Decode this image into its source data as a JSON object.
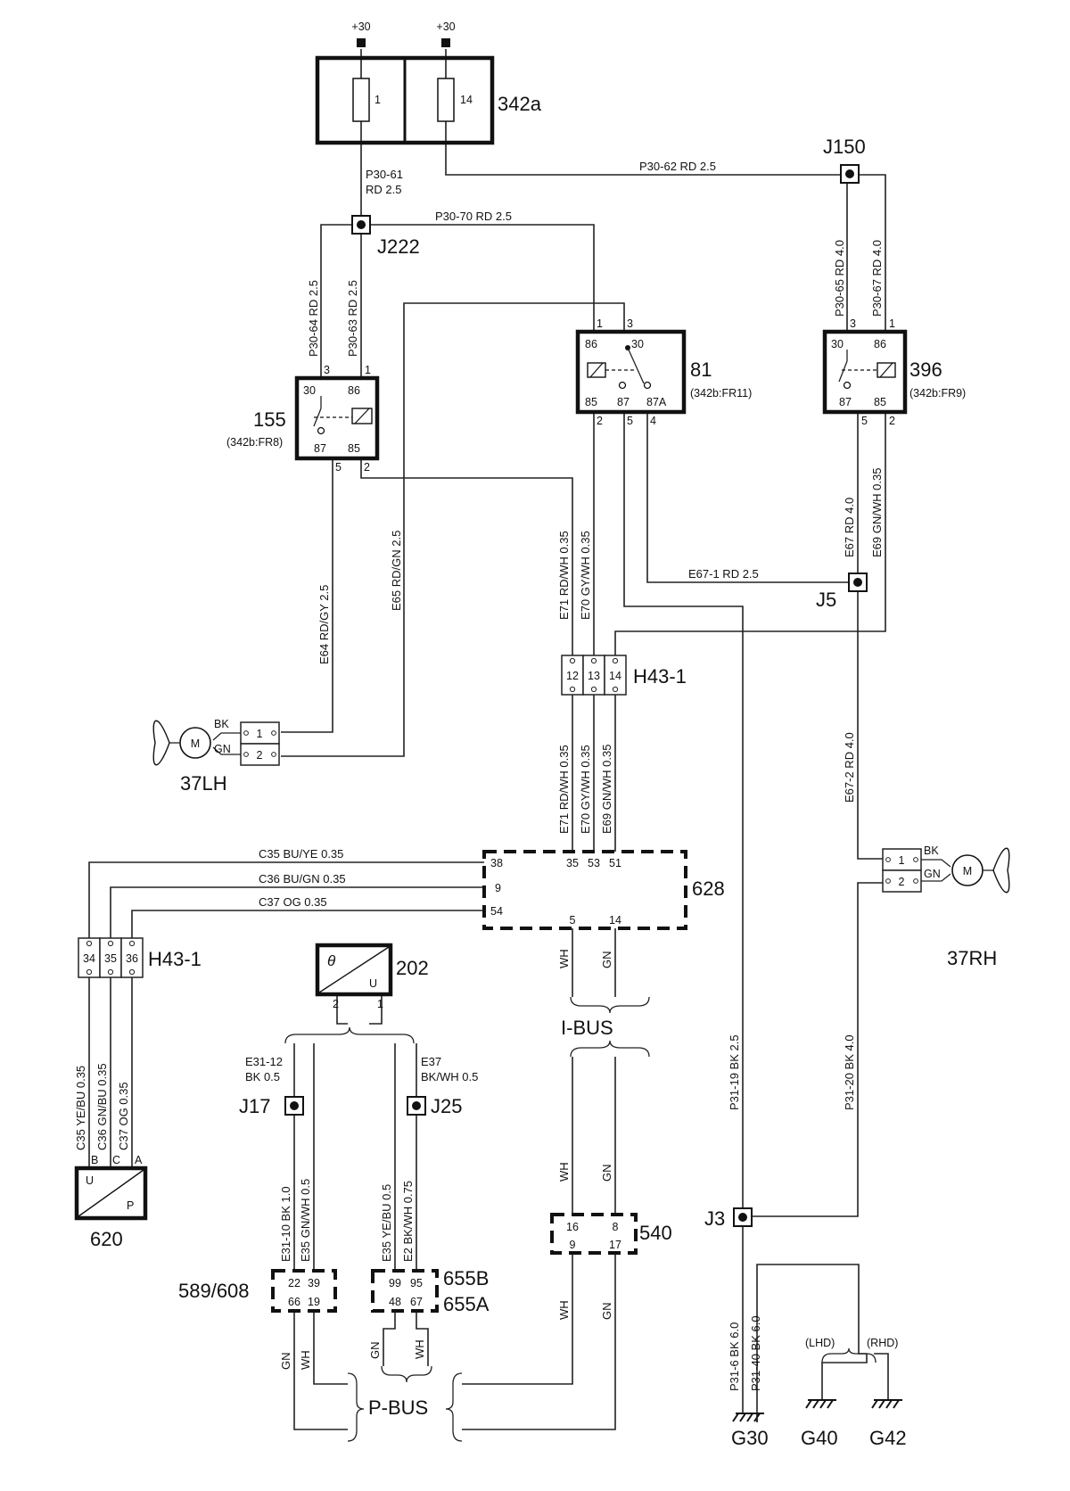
{
  "supply": {
    "fuse_left": "+30",
    "fuse_right": "+30",
    "fuse1_num": "1",
    "fuse14_num": "14",
    "fusebox": "342a"
  },
  "junctions": {
    "j150": "J150",
    "j222": "J222",
    "j5": "J5",
    "j17": "J17",
    "j25": "J25",
    "j3": "J3"
  },
  "wires": {
    "p30_61_a": "P30-61",
    "p30_61_b": "RD   2.5",
    "p30_62": "P30-62   RD   2.5",
    "p30_70": "P30-70   RD   2.5",
    "p30_64": "P30-64   RD   2.5",
    "p30_63": "P30-63   RD   2.5",
    "p30_65": "P30-65   RD   4.0",
    "p30_67": "P30-67   RD   4.0",
    "e64": "E64   RD/GY   2.5",
    "e65": "E65   RD/GN   2.5",
    "e71_top": "E71   RD/WH   0.35",
    "e70_top": "E70   GY/WH   0.35",
    "e67": "E67   RD   4.0",
    "e69_top": "E69   GN/WH   0.35",
    "e67_1": "E67-1   RD   2.5",
    "e67_2": "E67-2   RD   4.0",
    "e71_bot": "E71   RD/WH  0.35",
    "e70_bot": "E70   GY/WH  0.35",
    "e69_bot": "E69   GN/WH  0.35",
    "c35": "C35   BU/YE   0.35",
    "c36": "C36   BU/GN   0.35",
    "c37": "C37   OG   0.35",
    "c35_v": "C35   YE/BU  0.35",
    "c36_v": "C36   GN/BU  0.35",
    "c37_v": "C37   OG   0.35",
    "e31_12_a": "E31-12",
    "e31_12_b": "BK  0.5",
    "e37_a": "E37",
    "e37_b": "BK/WH  0.5",
    "e31_10": "E31-10   BK   1.0",
    "e35_left": "E35   GN/WH   0.5",
    "e35_right": "E35   YE/BU   0.5",
    "e2": "E2   BK/WH   0.75",
    "p31_19": "P31-19   BK   2.5",
    "p31_20": "P31-20   BK   4.0",
    "p31_6": "P31-6   BK   6.0",
    "p31_40": "P31-40   BK   6.0",
    "ibus_wh": "WH",
    "ibus_gn": "GN",
    "ibus_wh2": "WH",
    "ibus_gn2": "GN",
    "ibus_wh3": "WH",
    "ibus_gn3": "GN",
    "pbus_gn1": "GN",
    "pbus_wh1": "WH",
    "pbus_gn2": "GN",
    "pbus_wh2": "WH"
  },
  "relays": {
    "r155": {
      "name": "155",
      "loc": "(342b:FR8)",
      "p30": "30",
      "p86": "86",
      "p87": "87",
      "p85": "85",
      "w3": "3",
      "w1": "1",
      "w5": "5",
      "w2": "2"
    },
    "r81": {
      "name": "81",
      "loc": "(342b:FR11)",
      "p86": "86",
      "p30": "30",
      "p85": "85",
      "p87": "87",
      "p87a": "87A",
      "w1": "1",
      "w3": "3",
      "w2": "2",
      "w5": "5",
      "w4": "4"
    },
    "r396": {
      "name": "396",
      "loc": "(342b:FR9)",
      "p30": "30",
      "p86": "86",
      "p87": "87",
      "p85": "85",
      "w3": "3",
      "w1": "1",
      "w5": "5",
      "w2": "2"
    }
  },
  "connectors": {
    "h43_top": {
      "name": "H43-1",
      "pins": [
        "12",
        "13",
        "14"
      ]
    },
    "h43_left": {
      "name": "H43-1",
      "pins": [
        "34",
        "35",
        "36"
      ]
    }
  },
  "modules": {
    "m628": {
      "name": "628",
      "pin38": "38",
      "pin9": "9",
      "pin54": "54",
      "pin35": "35",
      "pin53": "53",
      "pin51": "51",
      "pin5": "5",
      "pin14": "14"
    },
    "m540": {
      "name": "540",
      "pin16": "16",
      "pin8": "8",
      "pin9": "9",
      "pin17": "17"
    },
    "m589": {
      "name": "589/608",
      "pin22": "22",
      "pin39": "39",
      "pin66": "66",
      "pin19": "19"
    },
    "m655": {
      "name_b": "655B",
      "name_a": "655A",
      "pin99": "99",
      "pin95": "95",
      "pin48": "48",
      "pin67": "67"
    },
    "m202": {
      "name": "202",
      "theta": "θ",
      "u": "U",
      "pin2": "2",
      "pin1": "1"
    },
    "m620": {
      "name": "620",
      "u": "U",
      "p": "P",
      "pinB": "B",
      "pinC": "C",
      "pinA": "A"
    }
  },
  "fans": {
    "lh": {
      "name": "37LH",
      "motor": "M",
      "bk": "BK",
      "gn": "GN",
      "pin1": "1",
      "pin2": "2"
    },
    "rh": {
      "name": "37RH",
      "motor": "M",
      "bk": "BK",
      "gn": "GN",
      "pin1": "1",
      "pin2": "2"
    }
  },
  "bus": {
    "ibus": "I-BUS",
    "pbus": "P-BUS"
  },
  "grounds": {
    "g30": "G30",
    "g40": "G40",
    "g42": "G42",
    "lhd": "(LHD)",
    "rhd": "(RHD)"
  }
}
